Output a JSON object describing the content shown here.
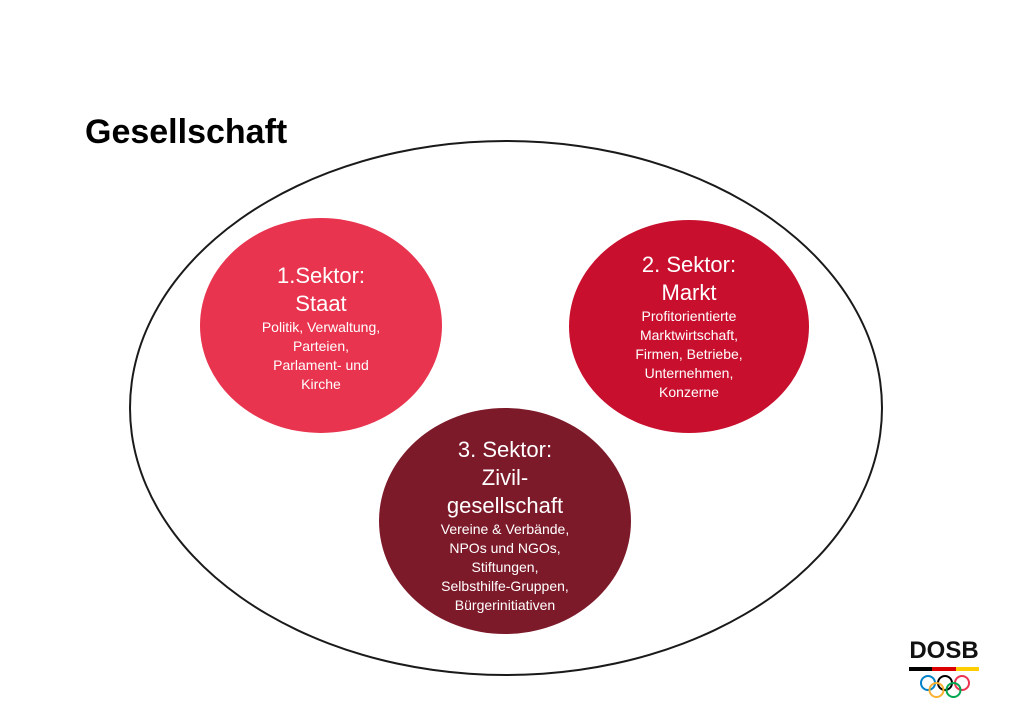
{
  "title": "Gesellschaft",
  "colors": {
    "sector1": "#e8344e",
    "sector2": "#c8102e",
    "sector3": "#7d1a2a",
    "outline": "#1a1a1a"
  },
  "sectors": [
    {
      "heading_lines": [
        "1.Sektor:",
        "Staat"
      ],
      "desc_lines": [
        "Politik, Verwaltung,",
        "Parteien,",
        "Parlament- und",
        "Kirche"
      ]
    },
    {
      "heading_lines": [
        "2. Sektor:",
        "Markt"
      ],
      "desc_lines": [
        "Profitorientierte",
        "Marktwirtschaft,",
        "Firmen, Betriebe,",
        "Unternehmen,",
        "Konzerne"
      ]
    },
    {
      "heading_lines": [
        "3. Sektor:",
        "Zivil-",
        "gesellschaft"
      ],
      "desc_lines": [
        "Vereine & Verbände,",
        "NPOs und NGOs,",
        "Stiftungen,",
        "Selbsthilfe-Gruppen,",
        "Bürgerinitiativen"
      ]
    }
  ],
  "logo": {
    "text": "DOSB",
    "icon": "olympic-rings-icon",
    "stripe_colors": [
      "#000000",
      "#dd0000",
      "#ffce00"
    ],
    "ring_colors": [
      "#0081c8",
      "#fcb131",
      "#000000",
      "#00a651",
      "#ee334e"
    ]
  }
}
